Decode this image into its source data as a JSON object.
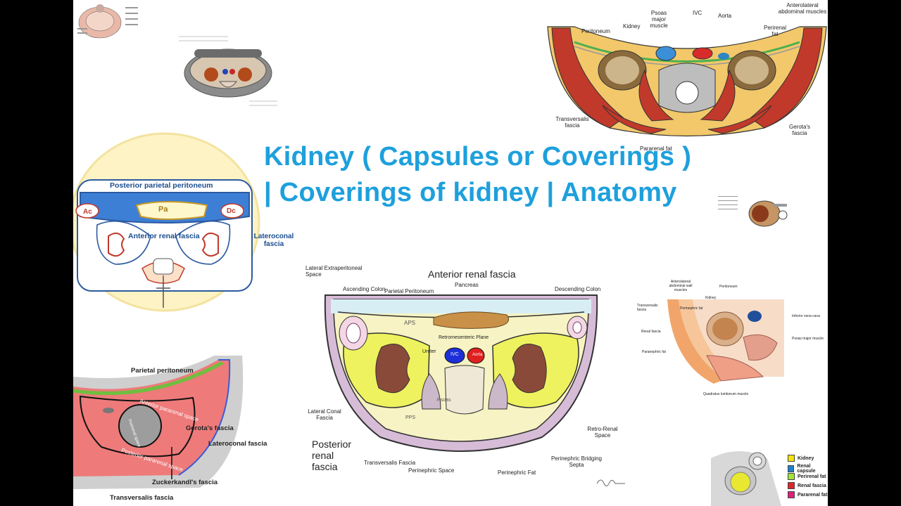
{
  "title": {
    "line1": "Kidney ( Capsules or Coverings )",
    "line2": "| Coverings of kidney | Anatomy"
  },
  "diagram_top_right": {
    "labels": {
      "peritoneum": "Peritoneum",
      "kidney": "Kidney",
      "psoas": "Psoas major muscle",
      "ivc": "IVC",
      "aorta": "Aorta",
      "abdominal_muscles": "Anterolateral abdominal muscles",
      "perirenal_fat": "Perirenal fat",
      "transversalis": "Transversalis fascia",
      "pararenal": "Pararenal fat",
      "gerota": "Gerota's fascia"
    }
  },
  "diagram_left_circle": {
    "labels": {
      "posterior_parietal_peritoneum": "Posterior parietal peritoneum",
      "ac": "Ac",
      "pa": "Pa",
      "dc": "Dc",
      "anterior_renal_fascia": "Anterior renal fascia",
      "lateroconal_fascia": "Lateroconal fascia"
    }
  },
  "diagram_center": {
    "labels": {
      "lateral_extraperitoneal": "Lateral Extraperitoneal Space",
      "anterior_renal_fascia": "Anterior renal fascia",
      "ascending_colon": "Ascending Colon",
      "parietal_peritoneum": "Parietal Peritoneum",
      "pancreas": "Pancreas",
      "descending_colon": "Descending Colon",
      "aps": "APS",
      "retromesenteric": "Retromesenteric Plane",
      "ureter": "Ureter",
      "ivc": "IVC",
      "aorta": "Aorta",
      "psoas": "Psoas",
      "pps": "PPS",
      "lateral_conal": "Lateral Conal Fascia",
      "posterior_renal_fascia": "Posterior renal fascia",
      "transversalis": "Transversalis Fascia",
      "perinephric_space": "Perinephric Space",
      "perinephric_fat": "Perinephric Fat",
      "perinephric_septa": "Perinephric Bridging Septa",
      "retro_renal": "Retro-Renal Space"
    }
  },
  "diagram_bottom_left": {
    "labels": {
      "parietal_peritoneum": "Parietal peritoneum",
      "anterior_pararenal": "Anterior pararenal space",
      "perirenal_space": "Perirenal space",
      "gerotas": "Gerota's fascia",
      "lateroconal": "Lateroconal fascia",
      "posterior_pararenal": "Posterior pararenal space",
      "zuckerkandl": "Zuckerkandl's fascia",
      "transversalis": "Transversalis fascia"
    }
  },
  "diagram_right_small": {
    "labels": {
      "anterolateral": "Anterolateral abdominal wall muscles",
      "peritoneum": "Peritoneum",
      "kidney": "Kidney",
      "transversalis": "Transversalis fascia",
      "perinephric": "Perinephric fat",
      "inferior_vena_cava": "Inferior vena cava",
      "renal_fascia": "Renal fascia",
      "psoas": "Psoas major muscle",
      "paranephric": "Paranephric fat",
      "quadratus": "Quadratus lumborum muscle"
    }
  },
  "legend": {
    "items": [
      {
        "label": "Kidney",
        "color": "#f5e400"
      },
      {
        "label": "Renal capsule",
        "color": "#1f7fd1"
      },
      {
        "label": "Perirenal fat",
        "color": "#a3e635"
      },
      {
        "label": "Renal fascia",
        "color": "#e0262b"
      },
      {
        "label": "Pararenal fat",
        "color": "#e0207a"
      }
    ]
  }
}
